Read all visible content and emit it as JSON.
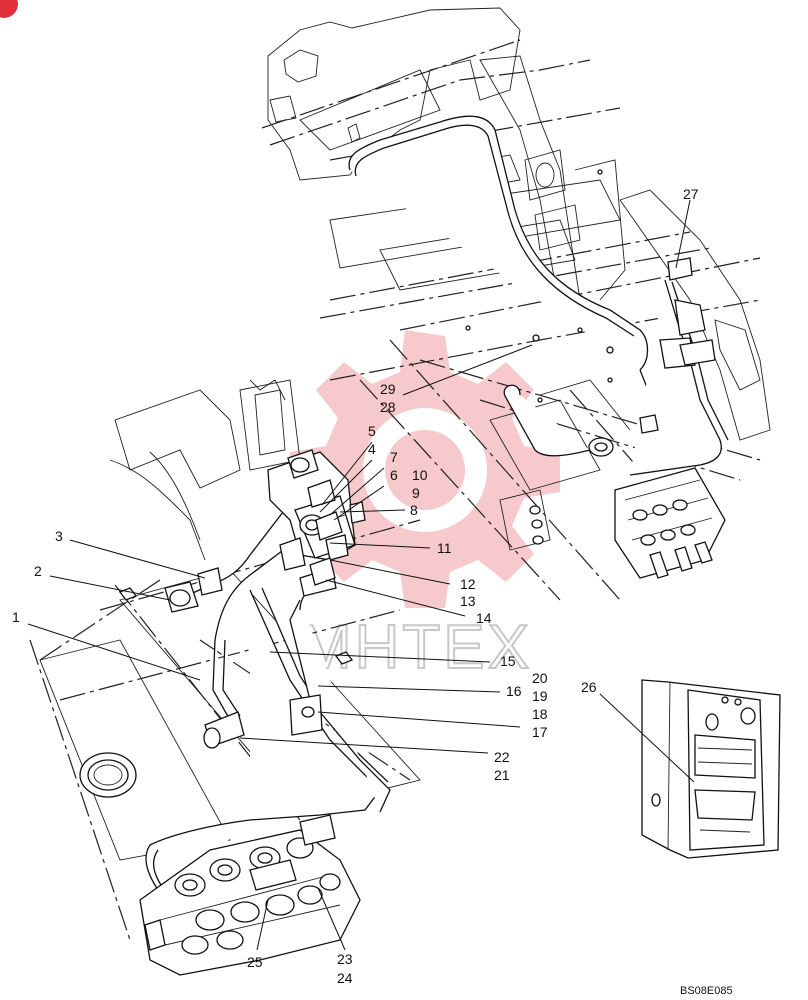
{
  "drawing_code": "BS08E085",
  "watermark_text": "MHTEX",
  "colors": {
    "watermark_gear": "#f4b7bb",
    "corner_badge": "#e0303c",
    "line": "#111111"
  },
  "callouts": [
    {
      "id": "c1",
      "text": "1"
    },
    {
      "id": "c2",
      "text": "2"
    },
    {
      "id": "c3",
      "text": "3"
    },
    {
      "id": "c4",
      "text": "4"
    },
    {
      "id": "c5",
      "text": "5"
    },
    {
      "id": "c6",
      "text": "6"
    },
    {
      "id": "c7",
      "text": "7"
    },
    {
      "id": "c8",
      "text": "8"
    },
    {
      "id": "c9",
      "text": "9"
    },
    {
      "id": "c10",
      "text": "10"
    },
    {
      "id": "c11",
      "text": "11"
    },
    {
      "id": "c12",
      "text": "12"
    },
    {
      "id": "c13",
      "text": "13"
    },
    {
      "id": "c14",
      "text": "14"
    },
    {
      "id": "c15",
      "text": "15"
    },
    {
      "id": "c16",
      "text": "16"
    },
    {
      "id": "c17",
      "text": "17"
    },
    {
      "id": "c18",
      "text": "18"
    },
    {
      "id": "c19",
      "text": "19"
    },
    {
      "id": "c20",
      "text": "20"
    },
    {
      "id": "c21",
      "text": "21"
    },
    {
      "id": "c22",
      "text": "22"
    },
    {
      "id": "c23",
      "text": "23"
    },
    {
      "id": "c24",
      "text": "24"
    },
    {
      "id": "c25",
      "text": "25"
    },
    {
      "id": "c26",
      "text": "26"
    },
    {
      "id": "c27",
      "text": "27"
    },
    {
      "id": "c28",
      "text": "28"
    },
    {
      "id": "c29",
      "text": "29"
    }
  ]
}
